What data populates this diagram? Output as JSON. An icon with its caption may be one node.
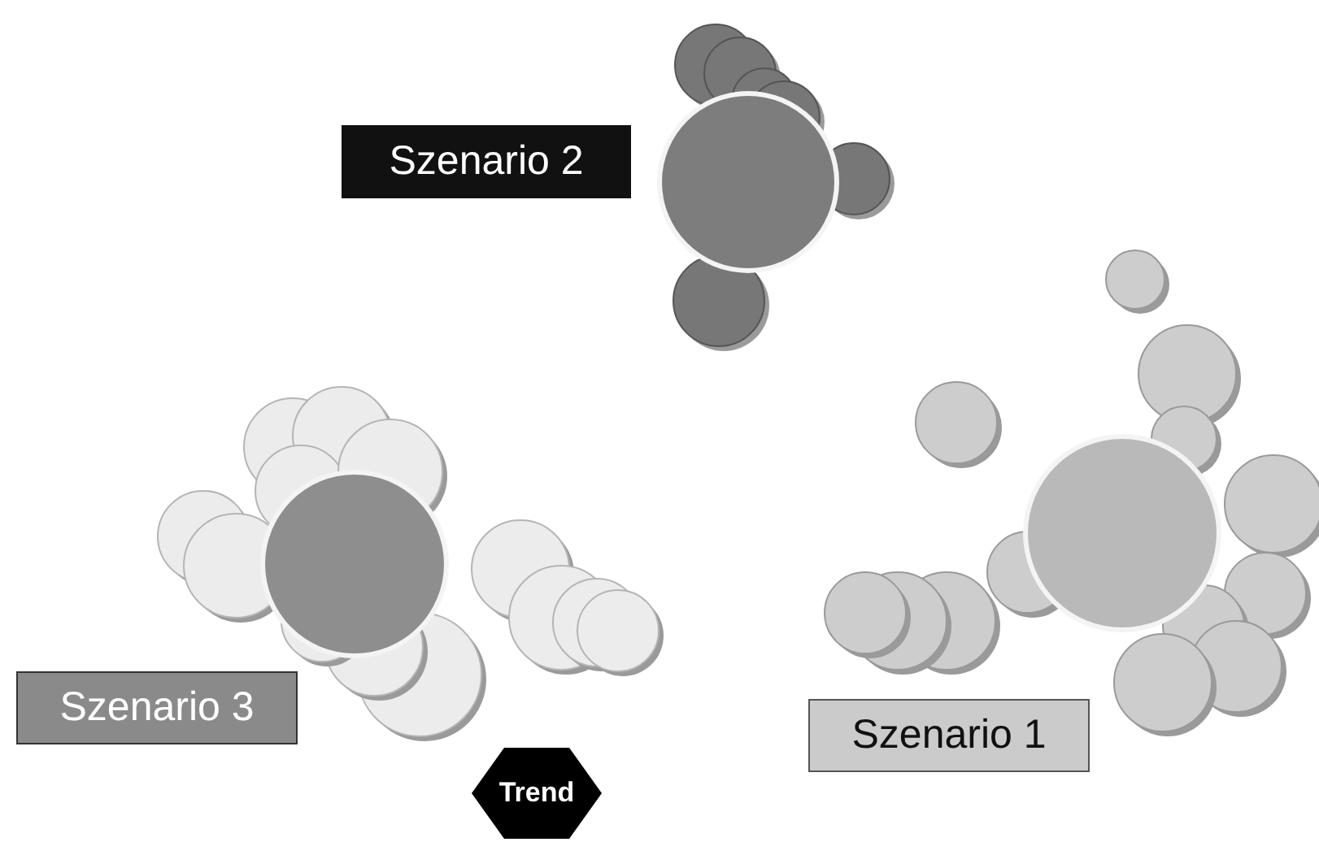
{
  "diagram": {
    "nodes": [
      {
        "text": [
          "Szenario 2"
        ]
      },
      {
        "text": [
          "Szenario 3"
        ]
      },
      {
        "text": [
          "Szenario 1"
        ]
      },
      {
        "text": [
          "Trend"
        ]
      }
    ]
  }
}
